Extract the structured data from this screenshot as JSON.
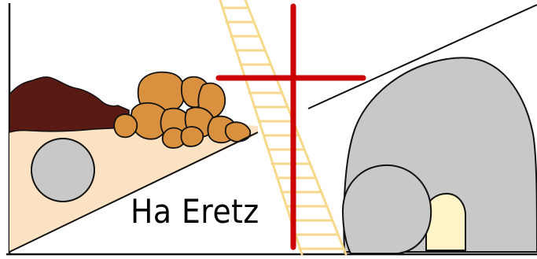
{
  "caption": "Ha Eretz",
  "colors": {
    "background": "#ffffff",
    "outline": "#111111",
    "sand": "#fbe2c2",
    "dark_rock": "#5a1a14",
    "orange_rock": "#d9913f",
    "gray_stone": "#c8c8c8",
    "ladder": "#f7d98b",
    "cross": "#cc0000",
    "tomb_opening": "#fff4c8"
  },
  "icons": [
    "hillside-illustration",
    "boulder-pile-illustration",
    "round-stone-illustration",
    "ladder-illustration",
    "cross-illustration",
    "garden-tomb-illustration"
  ]
}
